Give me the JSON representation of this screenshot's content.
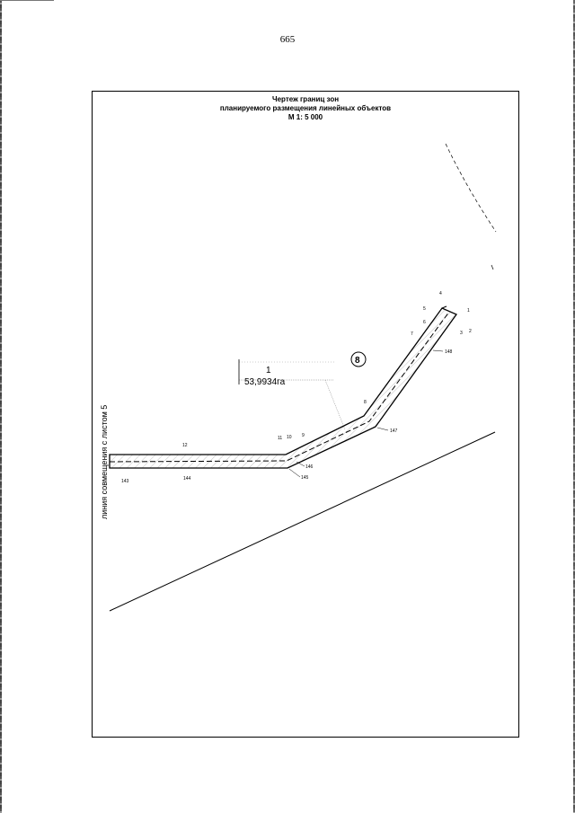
{
  "page": {
    "number": "665"
  },
  "title": {
    "line1": "Чертеж границ зон",
    "line2": "планируемого  размещения линейных объектов",
    "line3": "М 1: 5 000"
  },
  "side_label": "линия совмещения с листом 5",
  "zone": {
    "number": "1",
    "area": "53,9934га",
    "circle_label": "8"
  },
  "points": {
    "p1": "1",
    "p2": "2",
    "p3": "3",
    "p4": "4",
    "p5": "5",
    "p6": "6",
    "p7": "7",
    "p8": "8",
    "p9": "9",
    "p10": "10",
    "p11": "11",
    "p12": "12",
    "p143": "143",
    "p144": "144",
    "p145": "145",
    "p146": "146",
    "p147": "147",
    "p148": "148"
  }
}
